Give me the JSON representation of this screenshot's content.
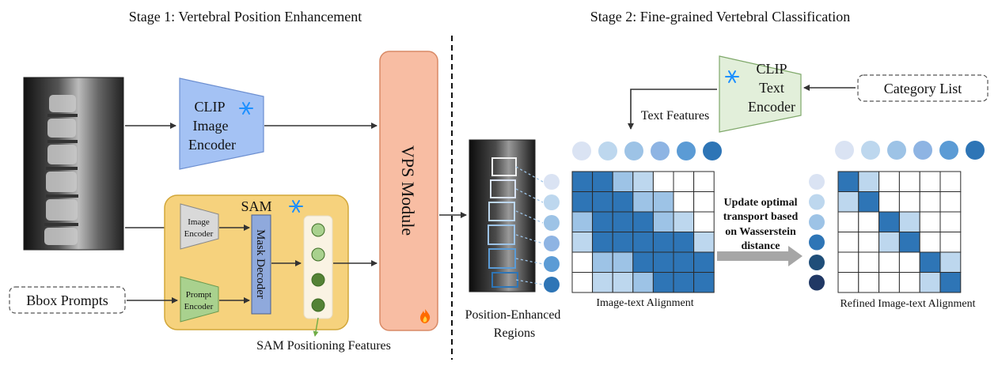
{
  "stage1": {
    "title": "Stage 1: Vertebral Position Enhancement",
    "clip_image_encoder": {
      "line1": "CLIP",
      "line2": "Image",
      "line3": "Encoder",
      "icon": "snowflake-icon"
    },
    "sam": {
      "title": "SAM",
      "icon": "snowflake-icon",
      "image_encoder": {
        "line1": "Image",
        "line2": "Encoder"
      },
      "prompt_encoder": {
        "line1": "Prompt",
        "line2": "Encoder"
      },
      "mask_decoder": "Mask Decoder",
      "token_colors": [
        "#a9d18e",
        "#a9d18e",
        "#548235",
        "#548235"
      ],
      "features_label": "SAM Positioning Features"
    },
    "bbox_prompts": "Bbox Prompts",
    "vps_module": {
      "label": "VPS Module",
      "icon": "fire-icon"
    }
  },
  "stage2": {
    "title": "Stage 2: Fine-grained Vertebral Classification",
    "category_list": "Category List",
    "clip_text_encoder": {
      "line1": "CLIP",
      "line2": "Text",
      "line3": "Encoder",
      "icon": "snowflake-icon"
    },
    "text_features_label": "Text Features",
    "position_enhanced_regions": {
      "line1": "Position-Enhanced",
      "line2": "Regions"
    },
    "update_label": {
      "line1": "Update optimal",
      "line2": "transport based",
      "line3": "on Wasserstein",
      "line4": "distance"
    },
    "alignment_label": "Image-text Alignment",
    "refined_alignment_label": "Refined Image-text Alignment",
    "text_circle_colors": [
      "#dae3f3",
      "#bdd7ee",
      "#9dc3e6",
      "#8eb4e3",
      "#5b9bd5",
      "#2e75b6"
    ],
    "image_circle_colors": [
      "#dae3f3",
      "#bdd7ee",
      "#9dc3e6",
      "#2e75b6",
      "#1f4e79",
      "#203864"
    ],
    "region_circle_colors": [
      "#dae3f3",
      "#bdd7ee",
      "#9dc3e6",
      "#8eb4e3",
      "#5b9bd5",
      "#2e75b6"
    ],
    "matrix_palette": [
      "#ffffff",
      "#bdd7ee",
      "#9dc3e6",
      "#2e75b6"
    ],
    "alignment_matrix": [
      [
        3,
        3,
        2,
        1,
        0,
        0,
        0
      ],
      [
        3,
        3,
        3,
        2,
        2,
        0,
        0
      ],
      [
        2,
        3,
        3,
        3,
        2,
        1,
        0
      ],
      [
        1,
        3,
        3,
        3,
        3,
        3,
        1
      ],
      [
        0,
        2,
        2,
        3,
        3,
        3,
        3
      ],
      [
        0,
        1,
        1,
        2,
        3,
        3,
        3
      ]
    ],
    "refined_matrix": [
      [
        3,
        1,
        0,
        0,
        0,
        0
      ],
      [
        1,
        3,
        0,
        0,
        0,
        0
      ],
      [
        0,
        0,
        3,
        1,
        0,
        0
      ],
      [
        0,
        0,
        1,
        3,
        0,
        0
      ],
      [
        0,
        0,
        0,
        0,
        3,
        1
      ],
      [
        0,
        0,
        0,
        0,
        1,
        3
      ]
    ]
  }
}
